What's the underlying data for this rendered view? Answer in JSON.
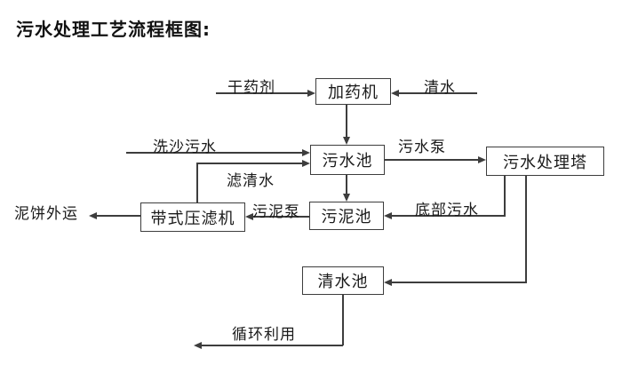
{
  "title": "污水处理工艺流程框图:",
  "nodes": {
    "dosing_machine": "加药机",
    "sewage_pool": "污水池",
    "treatment_tower": "污水处理塔",
    "belt_filter_press": "带式压滤机",
    "sludge_pool": "污泥池",
    "clean_water_pool": "清水池"
  },
  "flow_labels": {
    "dry_agent": "干药剂",
    "clean_water": "清水",
    "sand_washing_sewage": "洗沙污水",
    "filtered_water": "滤清水",
    "sewage_pump": "污水泵",
    "sludge_pump": "污泥泵",
    "bottom_sewage": "底部污水",
    "mud_cake_out": "泥饼外运",
    "recycle_use": "循环利用"
  },
  "colors": {
    "background": "#ffffff",
    "line": "#3d3d3d",
    "text": "#1a1a1a",
    "title": "#111111"
  }
}
